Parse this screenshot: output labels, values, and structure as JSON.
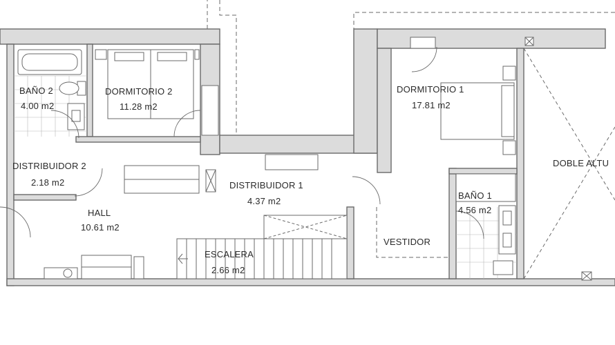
{
  "rooms": {
    "bano2": {
      "name": "BAÑO 2",
      "area": "4.00 m2"
    },
    "dormitorio2": {
      "name": "DORMITORIO 2",
      "area": "11.28 m2"
    },
    "distribuidor2": {
      "name": "DISTRIBUIDOR 2",
      "area": "2.18 m2"
    },
    "hall": {
      "name": "HALL",
      "area": "10.61 m2"
    },
    "distribuidor1": {
      "name": "DISTRIBUIDOR 1",
      "area": "4.37 m2"
    },
    "escalera": {
      "name": "ESCALERA",
      "area": "2.66 m2"
    },
    "dormitorio1": {
      "name": "DORMITORIO 1",
      "area": "17.81 m2"
    },
    "bano1": {
      "name": "BAÑO 1",
      "area": "4.56 m2"
    },
    "vestidor": {
      "name": "VESTIDOR"
    },
    "dobleAltura": {
      "name": "DOBLE ALTU"
    }
  },
  "colors": {
    "wall_fill": "#dcdcdc",
    "line": "#6a6a6a",
    "text": "#2a2a2a"
  }
}
